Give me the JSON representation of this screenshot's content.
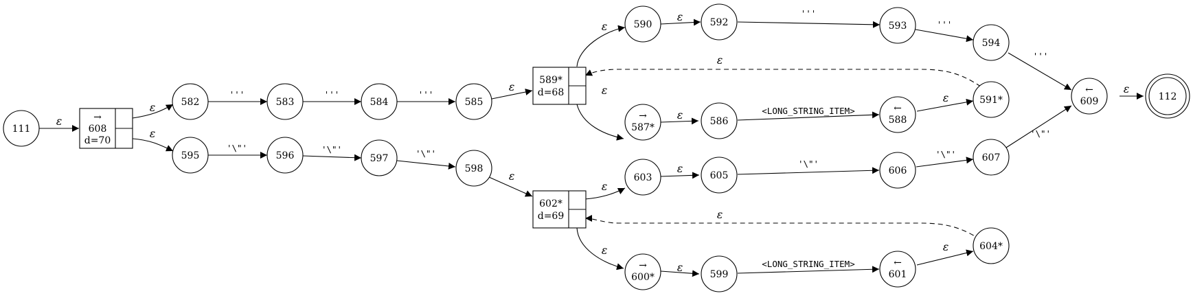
{
  "nodes": {
    "n111": "111",
    "n112": "112",
    "n608_arrow": "→",
    "n608": "608",
    "n608_d": "d=70",
    "n582": "582",
    "n583": "583",
    "n584": "584",
    "n585": "585",
    "n589": "589*",
    "n589_d": "d=68",
    "n590": "590",
    "n592": "592",
    "n593": "593",
    "n594": "594",
    "n587_arrow": "→",
    "n587": "587*",
    "n586": "586",
    "n588_arrow": "←",
    "n588": "588",
    "n591": "591*",
    "n609_arrow": "←",
    "n609": "609",
    "n595": "595",
    "n596": "596",
    "n597": "597",
    "n598": "598",
    "n602": "602*",
    "n602_d": "d=69",
    "n603": "603",
    "n605": "605",
    "n606": "606",
    "n607": "607",
    "n600_arrow": "→",
    "n600": "600*",
    "n599": "599",
    "n601_arrow": "←",
    "n601": "601",
    "n604": "604*"
  },
  "labels": {
    "epsilon": "ε",
    "triple_quote": "'''",
    "escaped_quote": "'\\\"'",
    "long_string_item": "<LONG_STRING_ITEM>"
  }
}
